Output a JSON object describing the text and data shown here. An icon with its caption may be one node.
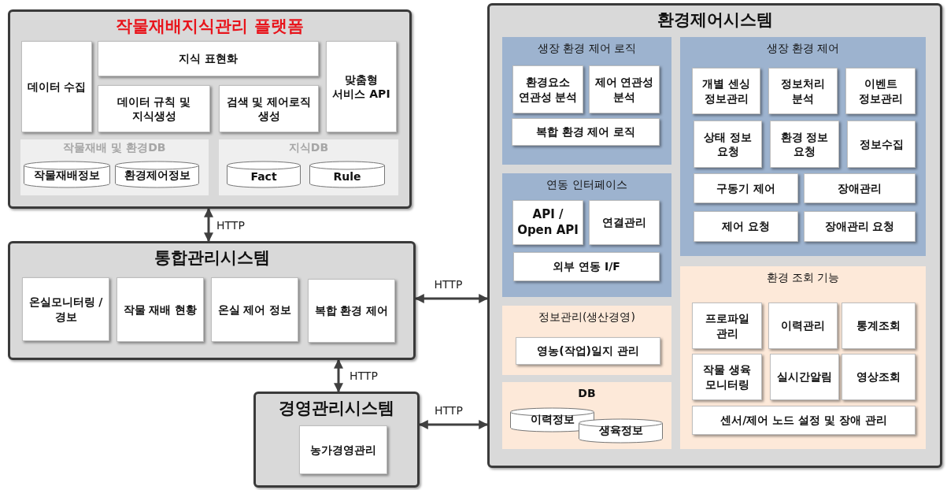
{
  "diagram": {
    "nodes": [
      {
        "text": [
          "작물재배지식관리 플랫폼"
        ]
      },
      {
        "text": [
          "데이터 수집"
        ],
        "in": 0
      },
      {
        "text": [
          "지식 표현화"
        ],
        "in": 0
      },
      {
        "text": [
          "데이터 규칙 및 지식생성"
        ],
        "in": 0
      },
      {
        "text": [
          "검색 및 제어로직 생성"
        ],
        "in": 0
      },
      {
        "text": [
          "맞춤형 서비스 **API**"
        ],
        "in": 0
      },
      {
        "text": [
          "작물재배 및 환경DB"
        ],
        "in": 0
      },
      {
        "text": [
          "작물재배정보"
        ],
        "in": 6
      },
      {
        "text": [
          "환경제어정보"
        ],
        "in": 6
      },
      {
        "text": [
          "지식DB"
        ],
        "in": 0
      },
      {
        "text": [
          "Fact"
        ],
        "in": 9
      },
      {
        "text": [
          "Rule"
        ],
        "in": 9
      },
      {
        "text": [
          "통합관리시스템"
        ]
      },
      {
        "text": [
          "온실모니터링 /경보"
        ],
        "in": 12
      },
      {
        "text": [
          "작물 재배 현황"
        ],
        "in": 12
      },
      {
        "text": [
          "온실 제어 정보"
        ],
        "in": 12
      },
      {
        "text": [
          "복합 환경 제어"
        ],
        "in": 12
      },
      {
        "text": [
          "경영관리시스템"
        ]
      },
      {
        "text": [
          "농가경영관리"
        ],
        "in": 17
      },
      {
        "text": [
          "환경제어시스템"
        ]
      },
      {
        "text": [
          "생장 환경 제어 로직"
        ],
        "in": 19
      },
      {
        "text": [
          "환경요소 연관성 분석"
        ],
        "in": 20
      },
      {
        "text": [
          "제어 연관성 분석"
        ],
        "in": 20
      },
      {
        "text": [
          "복합 환경 제어 로직"
        ],
        "in": 20
      },
      {
        "text": [
          "연동 인터페이스"
        ],
        "in": 19
      },
      {
        "text": [
          "API / Open API"
        ],
        "in": 24
      },
      {
        "text": [
          "연결관리"
        ],
        "in": 24
      },
      {
        "text": [
          "외부 연동 I/F"
        ],
        "in": 24
      },
      {
        "text": [
          "정보관리(생산경영)"
        ],
        "in": 19
      },
      {
        "text": [
          "영농(작업)일지 관리"
        ],
        "in": 28
      },
      {
        "text": [
          "DB"
        ],
        "in": 19
      },
      {
        "text": [
          "이력정보"
        ],
        "in": 30
      },
      {
        "text": [
          "생육정보"
        ],
        "in": 30
      },
      {
        "text": [
          "생장 환경 제어"
        ],
        "in": 19
      },
      {
        "text": [
          "개별 센싱 정보관리"
        ],
        "in": 33
      },
      {
        "text": [
          "정보처리 분석"
        ],
        "in": 33
      },
      {
        "text": [
          "이벤트 정보관리"
        ],
        "in": 33
      },
      {
        "text": [
          "상태 정보 요청"
        ],
        "in": 33
      },
      {
        "text": [
          "환경 정보 요청"
        ],
        "in": 33
      },
      {
        "text": [
          "정보수집"
        ],
        "in": 33
      },
      {
        "text": [
          "구동기 제어"
        ],
        "in": 33
      },
      {
        "text": [
          "장애관리"
        ],
        "in": 33
      },
      {
        "text": [
          "제어 요청"
        ],
        "in": 33
      },
      {
        "text": [
          "장애관리 요청"
        ],
        "in": 33
      },
      {
        "text": [
          "환경 조회 기능"
        ],
        "in": 19
      },
      {
        "text": [
          "프로파일 관리"
        ],
        "in": 44
      },
      {
        "text": [
          "이력관리"
        ],
        "in": 44
      },
      {
        "text": [
          "통계조회"
        ],
        "in": 44
      },
      {
        "text": [
          "작물 생육 모니터링"
        ],
        "in": 44
      },
      {
        "text": [
          "실시간알림"
        ],
        "in": 44
      },
      {
        "text": [
          "영상조회"
        ],
        "in": 44
      },
      {
        "text": [
          "센서/제어 노드 설정 및 장애 관리"
        ],
        "in": 44
      }
    ],
    "edges": [
      {
        "from": 0,
        "to": 12,
        "arrow": "both",
        "label": "HTTP"
      },
      {
        "from": 12,
        "to": 19,
        "arrow": "both",
        "label": "HTTP"
      },
      {
        "from": 12,
        "to": 17,
        "arrow": "both",
        "label": "HTTP"
      },
      {
        "from": 17,
        "to": 19,
        "arrow": "both",
        "label": "HTTP"
      }
    ]
  }
}
